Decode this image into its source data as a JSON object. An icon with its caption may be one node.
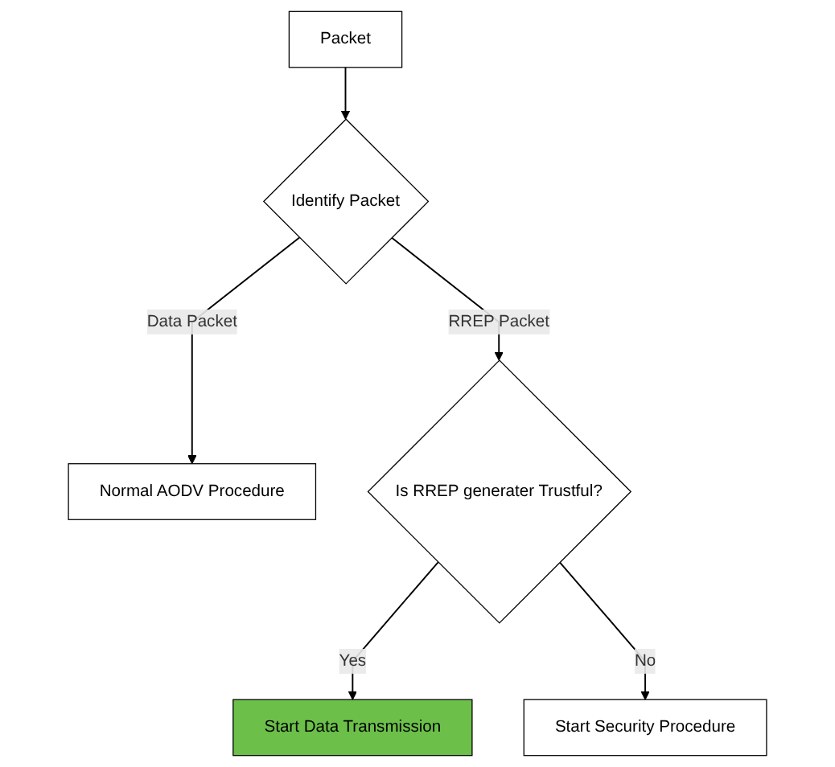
{
  "diagram": {
    "nodes": [
      {
        "text": [
          "Packet"
        ]
      },
      {
        "text": [
          "Identify Packet"
        ]
      },
      {
        "text": [
          "Normal AODV Procedure"
        ]
      },
      {
        "text": [
          "Is RREP generater Trustful?"
        ]
      },
      {
        "text": [
          "Start Data Transmission"
        ]
      },
      {
        "text": [
          "Start Security Procedure"
        ]
      }
    ],
    "edges": [
      {
        "from": 0,
        "to": 1,
        "arrow": "to"
      },
      {
        "from": 1,
        "to": 3,
        "arrow": "to",
        "label": "RREP Packet"
      },
      {
        "from": 1,
        "to": 2,
        "arrow": "to",
        "label": "Data Packet"
      },
      {
        "from": 3,
        "to": 4,
        "arrow": "to",
        "label": "Yes"
      },
      {
        "from": 3,
        "to": 5,
        "arrow": "to",
        "label": "No"
      }
    ]
  }
}
